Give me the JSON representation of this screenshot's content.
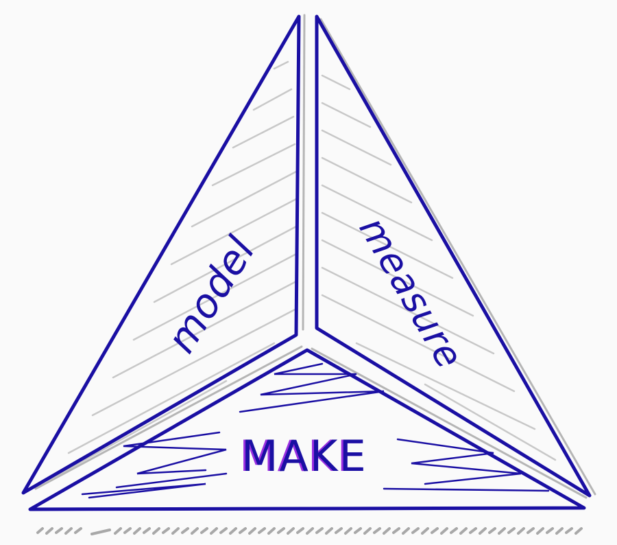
{
  "diagram": {
    "type": "hand-drawn triangular pyramid",
    "faces": {
      "left": {
        "label": "model"
      },
      "right": {
        "label": "measure"
      },
      "bottom": {
        "label": "MAKE"
      }
    },
    "colors": {
      "background": "#fafafa",
      "ink": "#1a0fa3",
      "hatch": "#bdbdbd",
      "accent": "#9a2fe0"
    }
  }
}
